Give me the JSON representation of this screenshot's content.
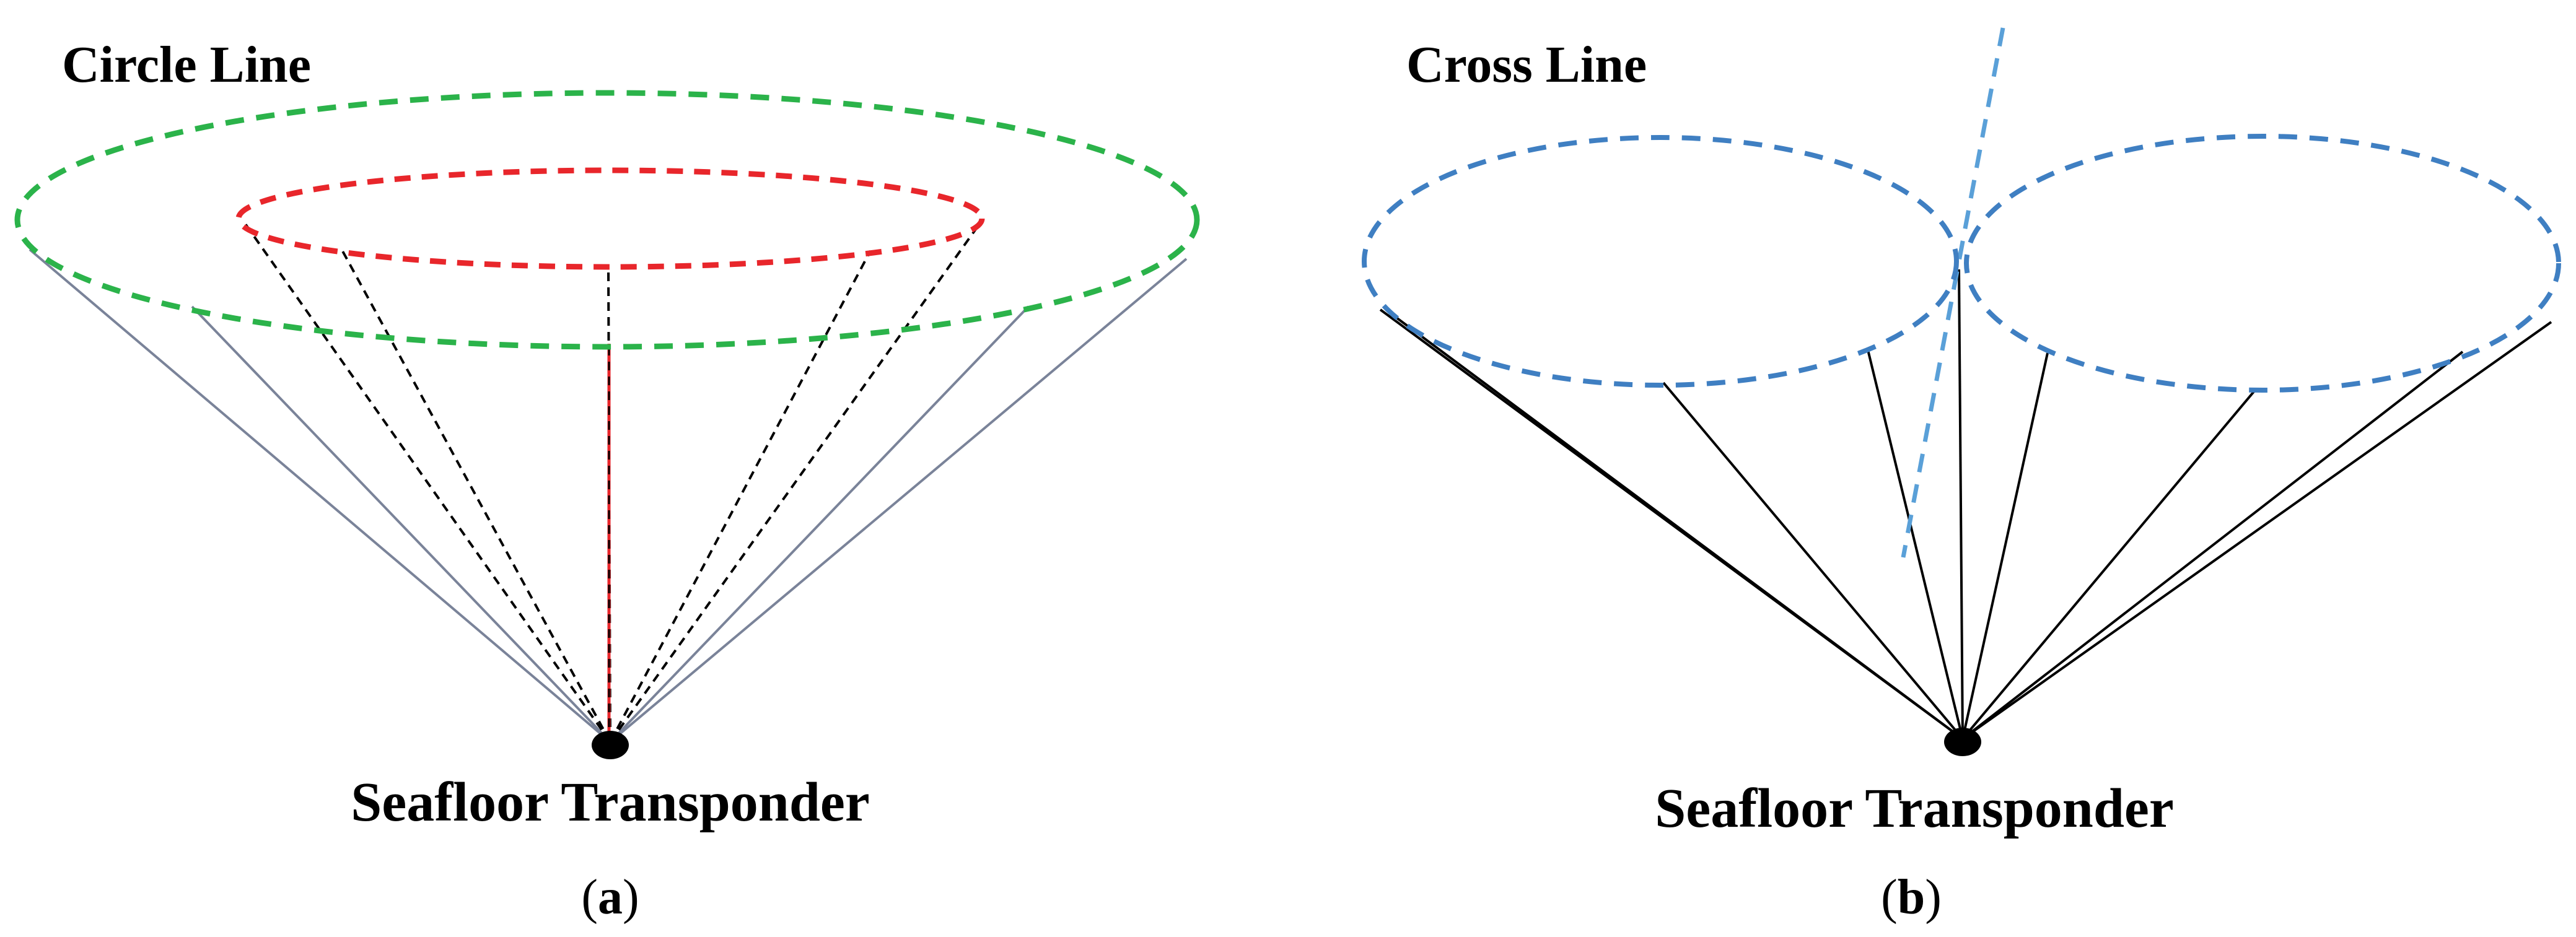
{
  "panel_a": {
    "title": "Circle Line",
    "transponder_label": "Seafloor Transponder",
    "caption_letter": "a",
    "outer_ring_color": "#2bb34a",
    "inner_ring_color": "#e8262b",
    "outer_ray_color": "#7a8399",
    "inner_ray_color": "#000000",
    "center_ray_color": "#e8262b"
  },
  "panel_b": {
    "title": "Cross Line",
    "transponder_label": "Seafloor Transponder",
    "caption_letter": "b",
    "ring_color": "#3f7fc2",
    "divider_color": "#5aa0d8",
    "ray_color": "#000000"
  },
  "caption_open": "(",
  "caption_close": ")",
  "transponder_color": "#000000"
}
